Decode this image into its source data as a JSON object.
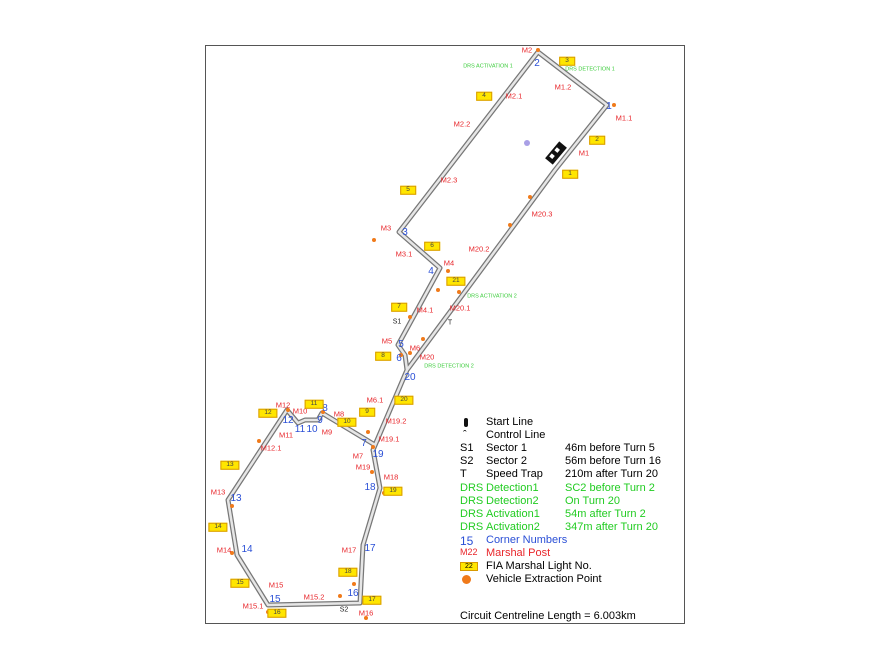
{
  "marshal_posts": [
    "M2",
    "M1.2",
    "M1.1",
    "M1",
    "M2.1",
    "M2.2",
    "M2.3",
    "M20.3",
    "M3",
    "M3.1",
    "M4",
    "M20.2",
    "M20.1",
    "M4.1",
    "M5",
    "M6",
    "M20",
    "M6.1",
    "M19.2",
    "M19.1",
    "M7",
    "M19",
    "M18",
    "M12",
    "M10",
    "M8",
    "M11",
    "M9",
    "M12.1",
    "M13",
    "M14",
    "M15",
    "M15.1",
    "M15.2",
    "M17",
    "M16"
  ],
  "corners": [
    "1",
    "2",
    "3",
    "4",
    "5",
    "6",
    "20",
    "7",
    "19",
    "8",
    "9",
    "10",
    "11",
    "12",
    "13",
    "14",
    "15",
    "16",
    "17",
    "18"
  ],
  "marshal_lights": [
    "3",
    "4",
    "2",
    "1",
    "5",
    "6",
    "21",
    "7",
    "8",
    "20",
    "9",
    "10",
    "11",
    "12",
    "13",
    "14",
    "15",
    "16",
    "17",
    "18",
    "19"
  ],
  "markers": [
    "S1",
    "T",
    "S2"
  ],
  "drs_zones": [
    "DRS ACTIVATION 1",
    "DRS DETECTION 1",
    "DRS ACTIVATION 2",
    "DRS DETECTION 2"
  ],
  "legend": [
    {
      "key": "",
      "label": "Start Line",
      "value": "",
      "color": "#000000"
    },
    {
      "key": "",
      "label": "Control Line",
      "value": "",
      "color": "#000000"
    },
    {
      "key": "S1",
      "label": "Sector 1",
      "value": "46m before Turn 5",
      "color": "#000000"
    },
    {
      "key": "S2",
      "label": "Sector 2",
      "value": "56m before Turn 16",
      "color": "#000000"
    },
    {
      "key": "T",
      "label": "Speed Trap",
      "value": "210m after Turn 20",
      "color": "#000000"
    },
    {
      "key": "DRS",
      "label": "Detection1",
      "value": "SC2 before Turn 2",
      "color": "#22cc22"
    },
    {
      "key": "DRS",
      "label": "Detection2",
      "value": "On Turn 20",
      "color": "#22cc22"
    },
    {
      "key": "DRS",
      "label": "Activation1",
      "value": "54m after Turn 2",
      "color": "#22cc22"
    },
    {
      "key": "DRS",
      "label": "Activation2",
      "value": "347m after Turn 20",
      "color": "#22cc22"
    },
    {
      "key": "15",
      "label": "Corner Numbers",
      "value": "",
      "color": "#2a4fd6"
    },
    {
      "key": "M22",
      "label": "Marshal Post",
      "value": "",
      "color": "#e8262b"
    },
    {
      "key": "22",
      "label": "FIA Marshal Light No.",
      "value": "",
      "color": "#000000"
    },
    {
      "key": "",
      "label": "Vehicle Extraction Point",
      "value": "",
      "color": "#000000"
    }
  ],
  "footer": "Circuit Centreline Length = 6.003km",
  "colors": {
    "track": "#9a9a9a",
    "marshal": "#e8262b",
    "corner": "#2a4fd6",
    "drs": "#3ccc3c",
    "light": "#ffe600",
    "dot": "#f07a1a"
  }
}
